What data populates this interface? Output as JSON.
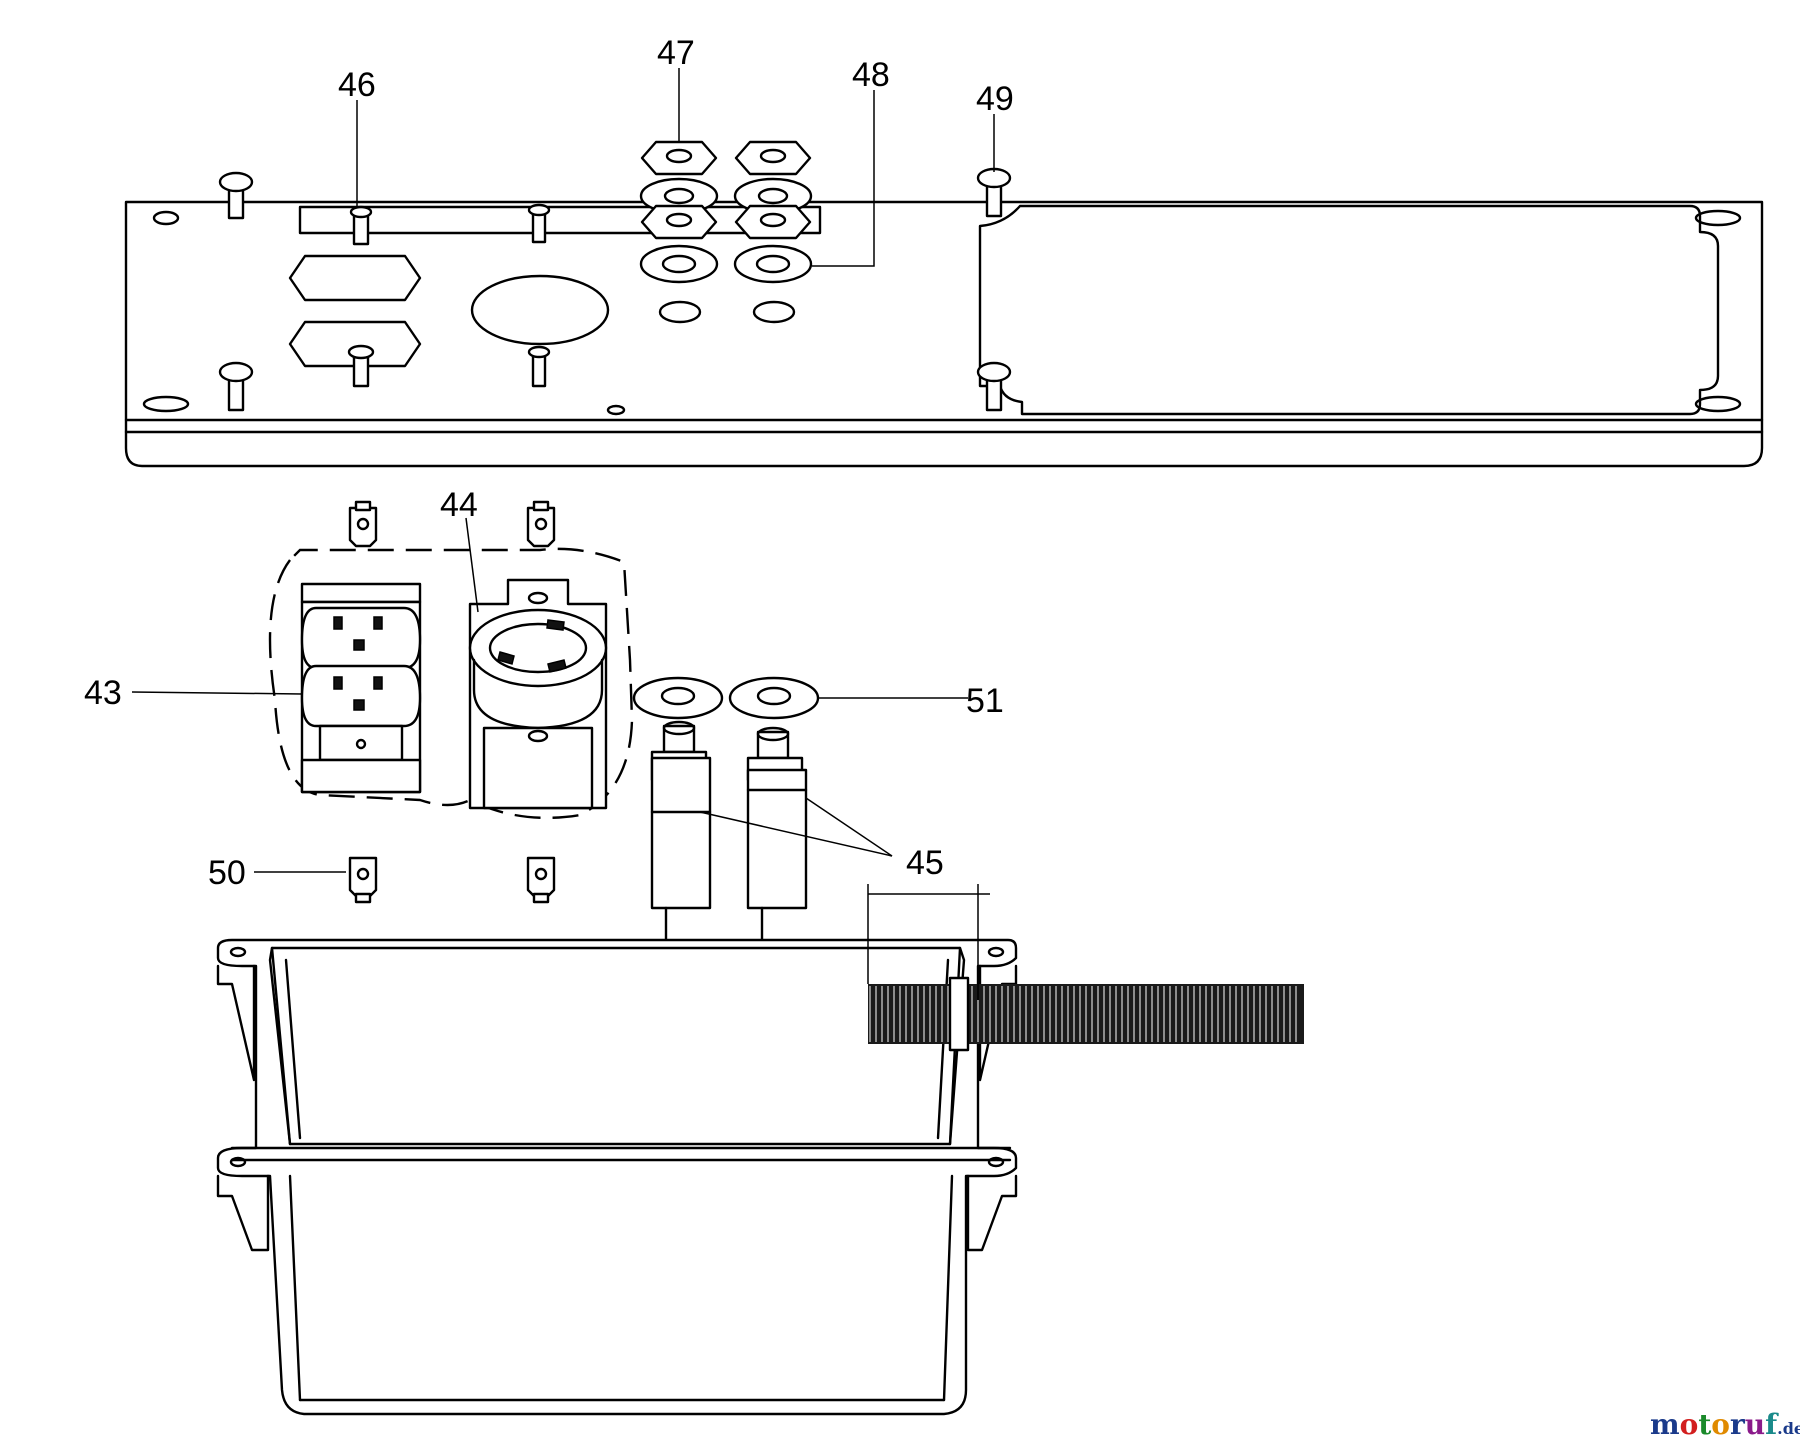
{
  "callouts": {
    "c43": "43",
    "c44": "44",
    "c45": "45",
    "c46": "46",
    "c47": "47",
    "c48": "48",
    "c49": "49",
    "c50": "50",
    "c51": "51"
  },
  "watermark": {
    "m": "m",
    "o1": "o",
    "t": "t",
    "o2": "o",
    "r": "r",
    "u": "u",
    "f": "f",
    "suffix": ".de",
    "colors": [
      "#1a3a8a",
      "#d21f1f",
      "#1a8a2a",
      "#e08a00",
      "#1a3a8a",
      "#8a1a8a",
      "#1a8a8a"
    ]
  }
}
